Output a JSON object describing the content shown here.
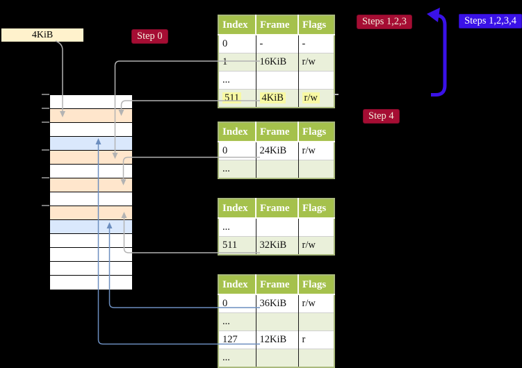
{
  "page_size_label": "4KiB",
  "badges": {
    "step0": "Step 0",
    "steps123": "Steps 1,2,3",
    "steps1234": "Steps 1,2,3,4",
    "step4": "Step 4"
  },
  "page_tables": [
    {
      "name": "page-table-level-4",
      "headers": [
        "Index",
        "Frame",
        "Flags"
      ],
      "rows": [
        {
          "cells": [
            "0",
            "-",
            "-"
          ],
          "tinted": false,
          "highlighted": false
        },
        {
          "cells": [
            "1",
            "16KiB",
            "r/w"
          ],
          "tinted": true,
          "highlighted": false
        },
        {
          "cells": [
            "...",
            "",
            ""
          ],
          "tinted": false,
          "highlighted": false
        },
        {
          "cells": [
            "511",
            "4KiB",
            "r/w"
          ],
          "tinted": true,
          "highlighted": true
        }
      ]
    },
    {
      "name": "page-table-level-3",
      "headers": [
        "Index",
        "Frame",
        "Flags"
      ],
      "rows": [
        {
          "cells": [
            "0",
            "24KiB",
            "r/w"
          ],
          "tinted": false,
          "highlighted": false
        },
        {
          "cells": [
            "...",
            "",
            ""
          ],
          "tinted": true,
          "highlighted": false
        }
      ]
    },
    {
      "name": "page-table-level-2",
      "headers": [
        "Index",
        "Frame",
        "Flags"
      ],
      "rows": [
        {
          "cells": [
            "...",
            "",
            ""
          ],
          "tinted": false,
          "highlighted": false
        },
        {
          "cells": [
            "511",
            "32KiB",
            "r/w"
          ],
          "tinted": true,
          "highlighted": false
        }
      ]
    },
    {
      "name": "page-table-level-1",
      "headers": [
        "Index",
        "Frame",
        "Flags"
      ],
      "rows": [
        {
          "cells": [
            "0",
            "36KiB",
            "r/w"
          ],
          "tinted": false,
          "highlighted": false
        },
        {
          "cells": [
            "...",
            "",
            ""
          ],
          "tinted": true,
          "highlighted": false
        },
        {
          "cells": [
            "127",
            "12KiB",
            "r"
          ],
          "tinted": false,
          "highlighted": false
        },
        {
          "cells": [
            "...",
            "",
            ""
          ],
          "tinted": true,
          "highlighted": false
        }
      ]
    }
  ],
  "memory_column": {
    "rows": [
      "white",
      "peach",
      "white",
      "blue",
      "peach",
      "white",
      "peach",
      "white",
      "peach",
      "blue",
      "white",
      "white",
      "white",
      "white"
    ]
  },
  "colors": {
    "background": "#000000",
    "label_cream": "#fff2cc",
    "memory_white": "#ffffff",
    "memory_peach": "#ffe6cc",
    "memory_blue": "#dae8fc",
    "table_header_green": "#a5c14c",
    "table_row_tint": "#eaf0da",
    "table_border_olive": "#a9b97c",
    "highlight_yellow": "#f8f9a3",
    "badge_red": "#a50d33",
    "badge_blue": "#3a12e8",
    "gray_arrow": "#b3b3b3",
    "thin_blue_arrow": "#6c8ebf",
    "thick_blue_arrow": "#3a12e8"
  }
}
